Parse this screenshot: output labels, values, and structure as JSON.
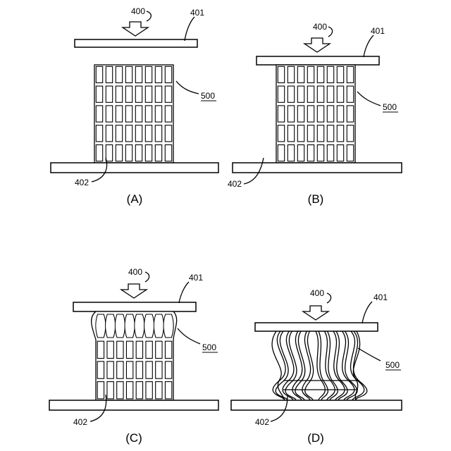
{
  "panels": [
    {
      "id": "A",
      "caption": "(A)",
      "labels": {
        "force": "400",
        "top_plate": "401",
        "bottom_plate": "402",
        "structure": "500"
      }
    },
    {
      "id": "B",
      "caption": "(B)",
      "labels": {
        "force": "400",
        "top_plate": "401",
        "bottom_plate": "402",
        "structure": "500"
      }
    },
    {
      "id": "C",
      "caption": "(C)",
      "labels": {
        "force": "400",
        "top_plate": "401",
        "bottom_plate": "402",
        "structure": "500"
      }
    },
    {
      "id": "D",
      "caption": "(D)",
      "labels": {
        "force": "400",
        "top_plate": "401",
        "bottom_plate": "402",
        "structure": "500"
      }
    }
  ]
}
